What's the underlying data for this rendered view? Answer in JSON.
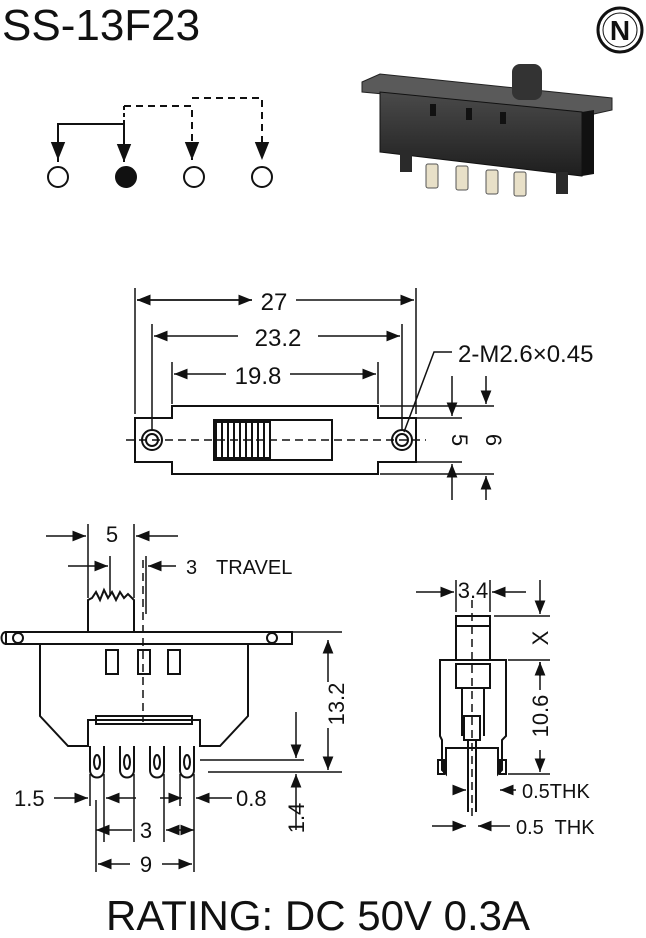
{
  "title": "SS-13F23",
  "logo_letter": "N",
  "rating": "RATING: DC 50V 0.3A",
  "top_view": {
    "dim_overall": "27",
    "dim_mount": "23.2",
    "dim_body": "19.8",
    "dim_screw": "2-M2.6×0.45",
    "dim_height_inner": "5",
    "dim_height_outer": "6"
  },
  "front_view": {
    "dim_knob": "5",
    "dim_travel_value": "3",
    "dim_travel_label": "TRAVEL",
    "dim_height": "13.2",
    "dim_pin_width": "1.5",
    "dim_pin_gap": "0.8",
    "dim_pitch": "3",
    "dim_span": "9",
    "dim_pin_len": "1.4"
  },
  "side_view": {
    "dim_knob_width": "3.4",
    "dim_knob_height": "X",
    "dim_body_height": "10.6",
    "dim_thk_1": "0.5THK",
    "dim_thk_2": "0.5  THK"
  },
  "schematic": {
    "contacts": 4,
    "active_contact": 2
  },
  "colors": {
    "ink": "#111111",
    "body_dark": "#2a2a2a",
    "pin_metal": "#e8e0c8"
  }
}
